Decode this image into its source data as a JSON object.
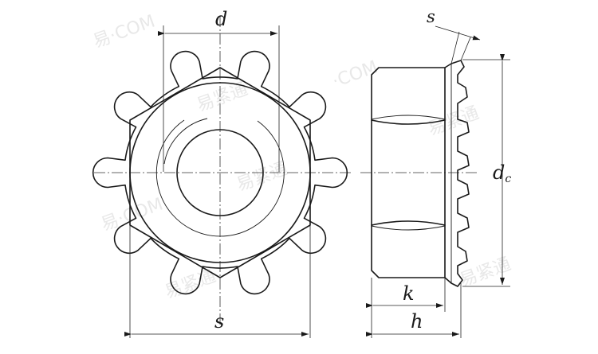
{
  "dimensions": {
    "d": "d",
    "s_face": "s",
    "s_tooth": "s",
    "dc_main": "d",
    "dc_sub": "c",
    "k": "k",
    "h": "h"
  }
}
